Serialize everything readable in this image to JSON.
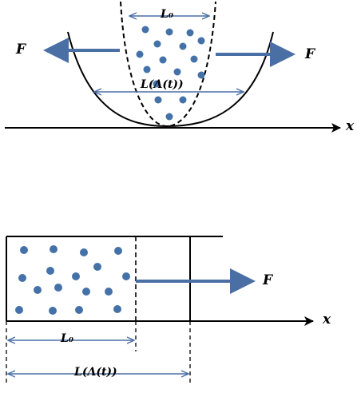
{
  "top_diagram": {
    "force_left_label": "F",
    "force_right_label": "F",
    "inner_length_label": "L₀",
    "outer_length_label": "L(Λ(t))",
    "axis_label": "x"
  },
  "bottom_diagram": {
    "force_label": "F",
    "inner_length_label": "L₀",
    "outer_length_label": "L(Λ(t))",
    "axis_label": "x"
  },
  "colors": {
    "particle": "#4472a8",
    "arrow": "#4a6fa5",
    "line": "#000000"
  }
}
